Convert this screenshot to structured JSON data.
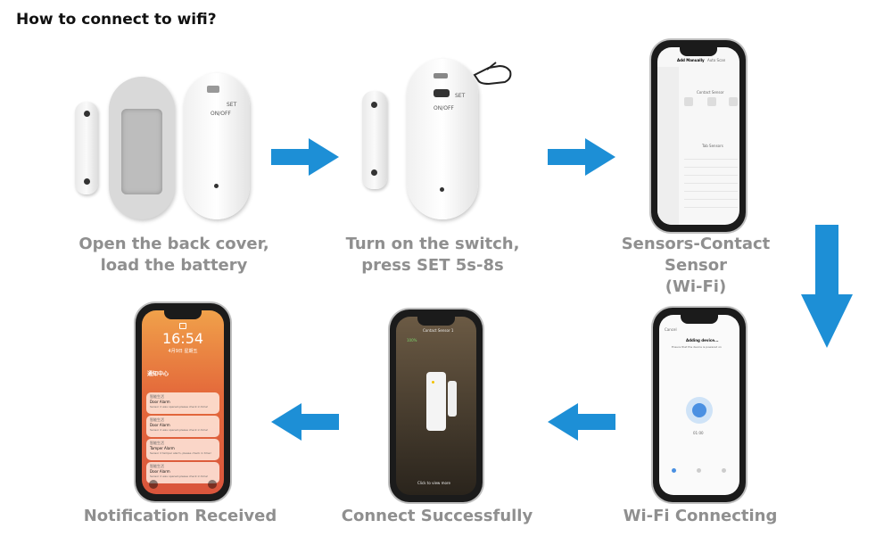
{
  "title": "How to connect to wifi?",
  "colors": {
    "arrow": "#1d8fd6",
    "caption": "#8f8f8f",
    "lock_screen": "#e07040",
    "tuya_blue": "#4a90e2"
  },
  "steps": [
    {
      "line1": "Open the back cover,",
      "line2": "load the battery"
    },
    {
      "line1": "Turn on the switch,",
      "line2": "press SET 5s-8s"
    },
    {
      "line1": "Sensors-Contact Sensor",
      "line2": "(Wi-Fi)"
    },
    {
      "line1": "Wi-Fi Connecting",
      "line2": ""
    },
    {
      "line1": "Connect Successfully",
      "line2": ""
    },
    {
      "line1": "Notification Received",
      "line2": ""
    }
  ],
  "device_labels": {
    "set": "SET",
    "onoff": "ON/OFF"
  },
  "add_screen": {
    "tab1": "Add Manually",
    "tab2": "Auto Scan",
    "section": "Contact Sensor",
    "section2": "Tab Sensors"
  },
  "connecting_screen": {
    "header": "Cancel",
    "title": "Adding device...",
    "subtitle": "Ensure that the device is powered on",
    "timer": "01:00"
  },
  "success_screen": {
    "title": "Contact Sensor 1",
    "battery": "100%",
    "footer": "Click to view more"
  },
  "lock_screen": {
    "time": "16:54",
    "date": "4月9日 星期五",
    "center": "通知中心",
    "notifications": [
      {
        "app": "智能生活",
        "title": "Door Alarm",
        "body": "Sensor 2 was opened,please check in time!"
      },
      {
        "app": "智能生活",
        "title": "Door Alarm",
        "body": "Sensor 2 was opened,please check in time!"
      },
      {
        "app": "智能生活",
        "title": "Tamper Alarm",
        "body": "Sensor 2 tamper alarm, please check in time!"
      },
      {
        "app": "智能生活",
        "title": "Door Alarm",
        "body": "Sensor 2 was opened,please check in time!"
      }
    ]
  }
}
